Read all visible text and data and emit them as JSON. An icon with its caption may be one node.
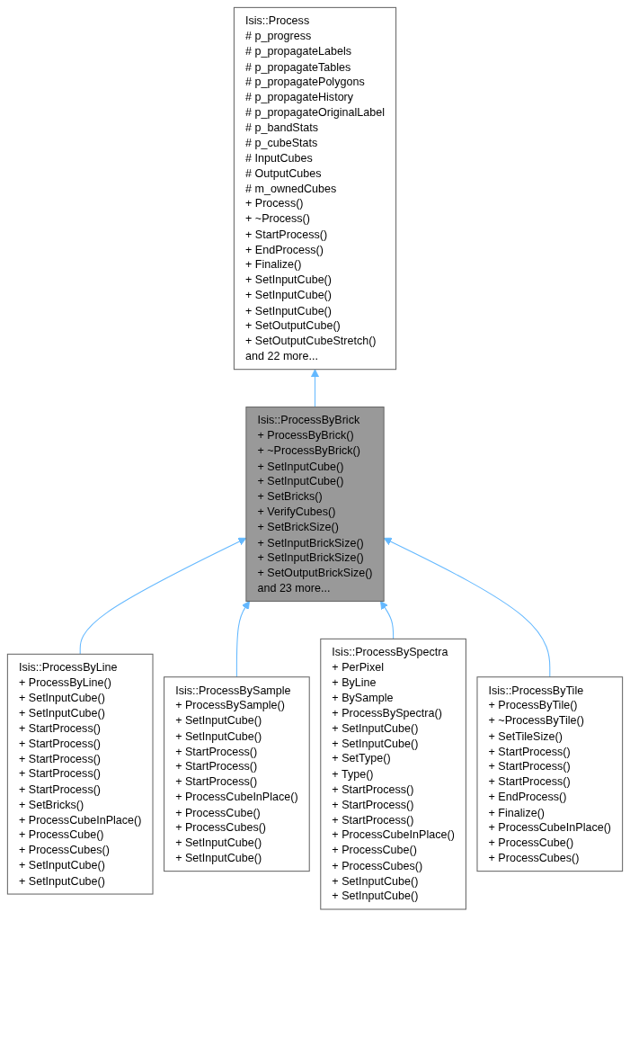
{
  "diagram": {
    "nodes": [
      {
        "text": [
          "Isis::Process",
          "# p_progress",
          "# p_propagateLabels",
          "# p_propagateTables",
          "# p_propagatePolygons",
          "# p_propagateHistory",
          "# p_propagateOriginalLabel",
          "# p_bandStats",
          "# p_cubeStats",
          "# InputCubes",
          "# OutputCubes",
          "# m_ownedCubes",
          "+ Process()",
          "+ ~Process()",
          "+ StartProcess()",
          "+ EndProcess()",
          "+ Finalize()",
          "+ SetInputCube()",
          "+ SetInputCube()",
          "+ SetInputCube()",
          "+ SetOutputCube()",
          "+ SetOutputCubeStretch()",
          "and 22 more..."
        ]
      },
      {
        "text": [
          "Isis::ProcessByBrick",
          "+ ProcessByBrick()",
          "+ ~ProcessByBrick()",
          "+ SetInputCube()",
          "+ SetInputCube()",
          "+ SetBricks()",
          "+ VerifyCubes()",
          "+ SetBrickSize()",
          "+ SetInputBrickSize()",
          "+ SetInputBrickSize()",
          "+ SetOutputBrickSize()",
          "and 23 more..."
        ]
      },
      {
        "text": [
          "Isis::ProcessByLine",
          "+ ProcessByLine()",
          "+ SetInputCube()",
          "+ SetInputCube()",
          "+ StartProcess()",
          "+ StartProcess()",
          "+ StartProcess()",
          "+ StartProcess()",
          "+ StartProcess()",
          "+ SetBricks()",
          "+ ProcessCubeInPlace()",
          "+ ProcessCube()",
          "+ ProcessCubes()",
          "+ SetInputCube()",
          "+ SetInputCube()"
        ]
      },
      {
        "text": [
          "Isis::ProcessBySample",
          "+ ProcessBySample()",
          "+ SetInputCube()",
          "+ SetInputCube()",
          "+ StartProcess()",
          "+ StartProcess()",
          "+ StartProcess()",
          "+ ProcessCubeInPlace()",
          "+ ProcessCube()",
          "+ ProcessCubes()",
          "+ SetInputCube()",
          "+ SetInputCube()"
        ]
      },
      {
        "text": [
          "Isis::ProcessBySpectra",
          "+ PerPixel",
          "+ ByLine",
          "+ BySample",
          "+ ProcessBySpectra()",
          "+ SetInputCube()",
          "+ SetInputCube()",
          "+ SetType()",
          "+ Type()",
          "+ StartProcess()",
          "+ StartProcess()",
          "+ StartProcess()",
          "+ ProcessCubeInPlace()",
          "+ ProcessCube()",
          "+ ProcessCubes()",
          "+ SetInputCube()",
          "+ SetInputCube()"
        ]
      },
      {
        "text": [
          "Isis::ProcessByTile",
          "+ ProcessByTile()",
          "+ ~ProcessByTile()",
          "+ SetTileSize()",
          "+ StartProcess()",
          "+ StartProcess()",
          "+ StartProcess()",
          "+ EndProcess()",
          "+ Finalize()",
          "+ ProcessCubeInPlace()",
          "+ ProcessCube()",
          "+ ProcessCubes()"
        ]
      }
    ],
    "edges": [
      {
        "from": 1,
        "to": 0,
        "arrow": "to"
      },
      {
        "from": 2,
        "to": 1,
        "arrow": "to"
      },
      {
        "from": 3,
        "to": 1,
        "arrow": "to"
      },
      {
        "from": 4,
        "to": 1,
        "arrow": "to"
      },
      {
        "from": 5,
        "to": 1,
        "arrow": "to"
      }
    ]
  }
}
